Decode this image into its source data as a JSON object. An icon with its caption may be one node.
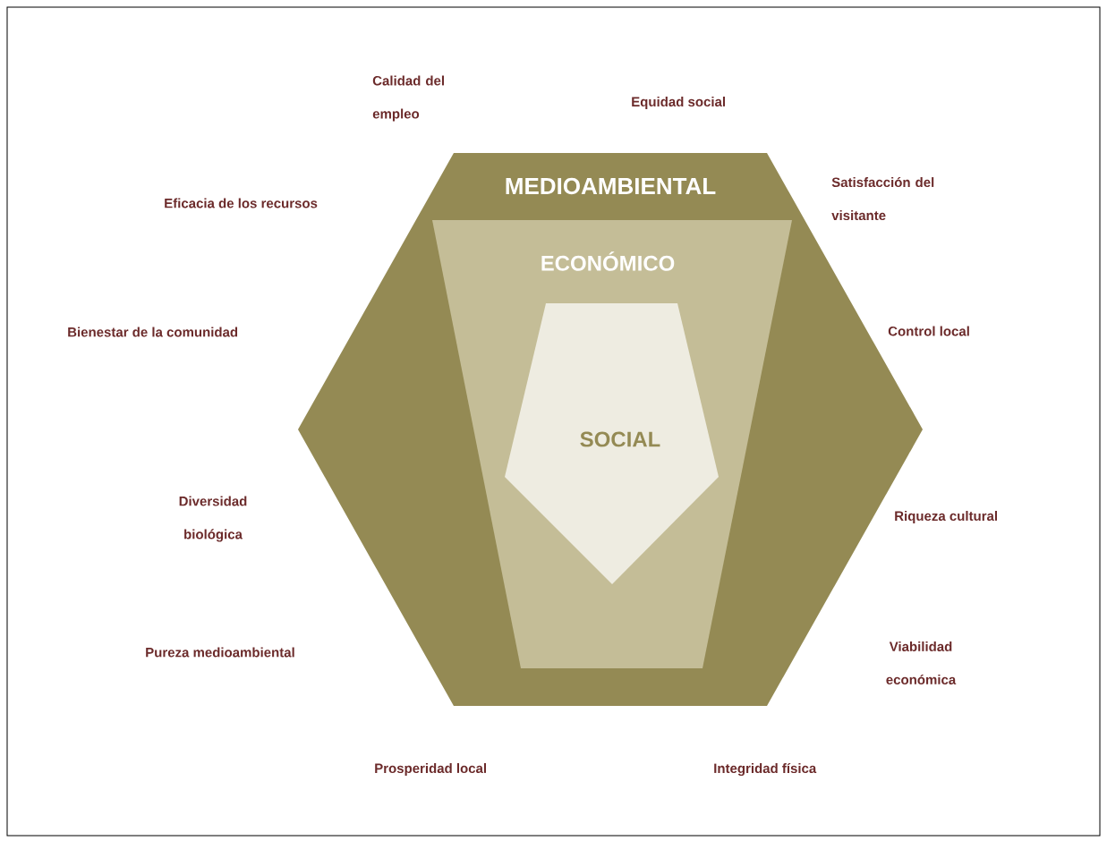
{
  "diagram": {
    "nodes": [
      {
        "text": [
          "MEDIOAMBIENTAL"
        ]
      },
      {
        "text": [
          "ECONÓMICO"
        ],
        "in": 0
      },
      {
        "text": [
          "SOCIAL"
        ],
        "in": 1
      }
    ],
    "labels": [
      "Calidad del empleo",
      "Equidad social",
      "Satisfacción del visitante",
      "Eficacia de los recursos",
      "Bienestar de la comunidad",
      "Control local",
      "Diversidad biológica",
      "Riqueza cultural",
      "Pureza medioambiental",
      "Viabilidad económica",
      "Prosperidad local",
      "Integridad física"
    ]
  }
}
